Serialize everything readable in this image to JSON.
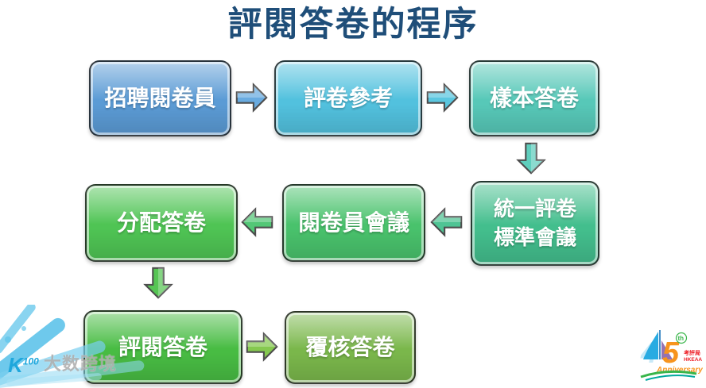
{
  "slide": {
    "title": "評閱答卷的程序",
    "title_color": "#1F4E79",
    "background_color": "#FFFFFF"
  },
  "flowchart": {
    "nodes": [
      {
        "label": "招聘閱卷員",
        "color": "#5B9BD5"
      },
      {
        "label": "評卷參考",
        "color": "#52C1DE"
      },
      {
        "label": "樣本答卷",
        "color": "#57C8B8"
      },
      {
        "label": "統一評卷\n標準會議",
        "color": "#43BE8D"
      },
      {
        "label": "閱卷員會議",
        "color": "#49C26C"
      },
      {
        "label": "分配答卷",
        "color": "#4FC454"
      },
      {
        "label": "評閱答卷",
        "color": "#48BC43"
      },
      {
        "label": "覆核答卷",
        "color": "#7AB74B"
      }
    ],
    "arrows": [
      {
        "from": 0,
        "to": 1,
        "direction": "right",
        "color": "#69ABE0"
      },
      {
        "from": 1,
        "to": 2,
        "direction": "right",
        "color": "#5BC7E0"
      },
      {
        "from": 2,
        "to": 3,
        "direction": "down",
        "color": "#5FCEBD"
      },
      {
        "from": 3,
        "to": 4,
        "direction": "left",
        "color": "#4FC494"
      },
      {
        "from": 4,
        "to": 5,
        "direction": "left",
        "color": "#53C776"
      },
      {
        "from": 5,
        "to": 6,
        "direction": "down",
        "color": "#56C554"
      },
      {
        "from": 6,
        "to": 7,
        "direction": "right",
        "color": "#85C84F"
      }
    ]
  },
  "watermark": {
    "logo_text": "K",
    "logo_superscript": "100",
    "brand_text": "大数跨境"
  },
  "anniversary_logo": {
    "digits": [
      "4",
      "5"
    ],
    "suffix": "th",
    "org_cn": "考評局",
    "org_en": "HKEAA",
    "caption": "Anniversary"
  }
}
